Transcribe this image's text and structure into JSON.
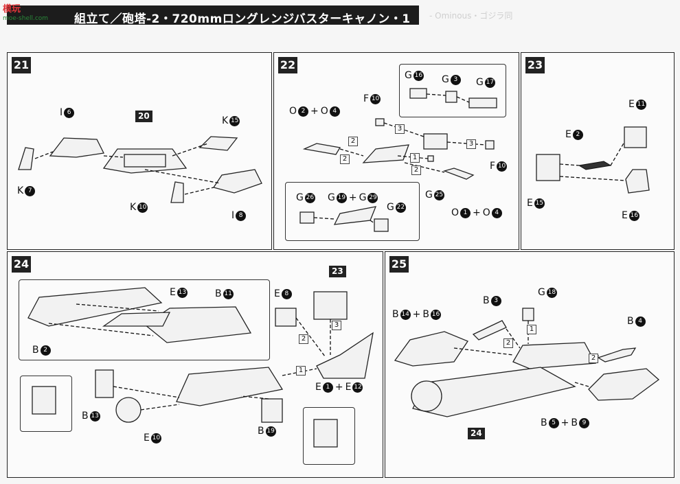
{
  "header": {
    "title": "組立て／砲塔-2・720mmロングレンジバスターキャノン・1",
    "watermark_top": "模玩",
    "watermark_bottom": "moe-shell.com",
    "faded_right": "- Ominous・ゴジラ同"
  },
  "steps": [
    {
      "number": "21",
      "ref_part": "20",
      "labels": [
        {
          "text": "I",
          "n": "6"
        },
        {
          "text": "K",
          "n": "15"
        },
        {
          "text": "K",
          "n": "7"
        },
        {
          "text": "K",
          "n": "10"
        },
        {
          "text": "I",
          "n": "8"
        }
      ]
    },
    {
      "number": "22",
      "labels": [
        {
          "text": "G",
          "n": "16"
        },
        {
          "text": "G",
          "n": "3"
        },
        {
          "text": "G",
          "n": "17"
        },
        {
          "text": "F",
          "n": "10"
        },
        {
          "text": "F",
          "n": "10"
        },
        {
          "text": "G",
          "n": "25"
        },
        {
          "text": "G",
          "n": "26"
        },
        {
          "text": "G",
          "n": "22"
        }
      ],
      "combo_labels": [
        {
          "a": "O",
          "an": "2",
          "b": "O",
          "bn": "4"
        },
        {
          "a": "G",
          "an": "19",
          "b": "G",
          "bn": "29"
        },
        {
          "a": "O",
          "an": "1",
          "b": "O",
          "bn": "4"
        }
      ],
      "count_boxes": [
        "3",
        "3",
        "2",
        "2",
        "1",
        "2"
      ]
    },
    {
      "number": "23",
      "labels": [
        {
          "text": "E",
          "n": "11"
        },
        {
          "text": "E",
          "n": "2"
        },
        {
          "text": "E",
          "n": "15"
        },
        {
          "text": "E",
          "n": "16"
        }
      ]
    },
    {
      "number": "24",
      "ref_part": "23",
      "labels": [
        {
          "text": "E",
          "n": "13"
        },
        {
          "text": "B",
          "n": "11"
        },
        {
          "text": "B",
          "n": "2"
        },
        {
          "text": "E",
          "n": "8"
        },
        {
          "text": "B",
          "n": "13"
        },
        {
          "text": "E",
          "n": "10"
        },
        {
          "text": "B",
          "n": "19"
        }
      ],
      "combo_labels": [
        {
          "a": "E",
          "an": "1",
          "b": "E",
          "bn": "12"
        }
      ],
      "count_boxes": [
        "3",
        "2",
        "1"
      ]
    },
    {
      "number": "25",
      "ref_part": "24",
      "labels": [
        {
          "text": "B",
          "n": "3"
        },
        {
          "text": "G",
          "n": "18"
        },
        {
          "text": "B",
          "n": "4"
        }
      ],
      "combo_labels": [
        {
          "a": "B",
          "an": "14",
          "b": "B",
          "bn": "16"
        },
        {
          "a": "B",
          "an": "5",
          "b": "B",
          "bn": "9"
        }
      ],
      "count_boxes": [
        "1",
        "2",
        "2"
      ]
    }
  ]
}
